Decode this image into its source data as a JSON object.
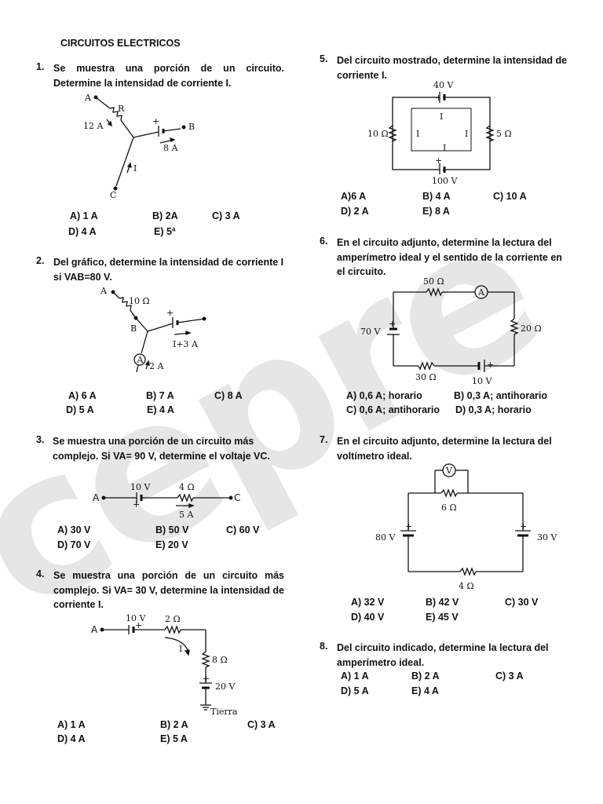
{
  "page": {
    "title": "CIRCUITOS  ELECTRICOS",
    "watermark": "cepre"
  },
  "q1": {
    "num": "1.",
    "text": "Se muestra una porción de un circuito. Determine la intensidad de corriente I.",
    "diagram": {
      "A": "A",
      "B": "B",
      "C": "C",
      "R": "R",
      "i12": "12 A",
      "i8": "8 A",
      "I": "I",
      "plus": "+"
    },
    "options": [
      "A) 1 A",
      "B) 2A",
      "C) 3 A",
      "D) 4 A",
      "E) 5ª"
    ]
  },
  "q2": {
    "num": "2.",
    "text": "Del gráfico, determine la intensidad de corriente I si VAB=80 V.",
    "diagram": {
      "A": "A",
      "B": "B",
      "r": "10 Ω",
      "i": "I+3 A",
      "amm": "A",
      "i2": "2 A",
      "plus": "+"
    },
    "options": [
      "A) 6 A",
      "B) 7 A",
      "C) 8 A",
      "D) 5 A",
      "E) 4 A"
    ]
  },
  "q3": {
    "num": "3.",
    "text": "Se muestra una porción de un circuito más complejo. Si VA= 90 V, determine el voltaje VC.",
    "diagram": {
      "A": "A",
      "C": "C",
      "v": "10 V",
      "r": "4 Ω",
      "i": "5 A",
      "plus": "+"
    },
    "options": [
      "A) 30 V",
      "B) 50 V",
      "C) 60 V",
      "D) 70 V",
      "E) 20 V"
    ]
  },
  "q4": {
    "num": "4.",
    "text": "Se muestra una porción de un circuito más complejo. Si VA= 30 V, determine la intensidad de corriente I.",
    "diagram": {
      "A": "A",
      "v1": "10 V",
      "r1": "2 Ω",
      "r2": "8 Ω",
      "v2": "20 V",
      "I": "I",
      "ground": "Tierra",
      "plus": "+"
    },
    "options": [
      "A) 1 A",
      "B) 2 A",
      "C) 3 A",
      "D) 4 A",
      "E) 5 A"
    ]
  },
  "q5": {
    "num": "5.",
    "text": "Del circuito mostrado, determine la intensidad de corriente I.",
    "diagram": {
      "v_top": "40 V",
      "v_bot": "100 V",
      "r_left": "10 Ω",
      "r_right": "5 Ω",
      "I": "I",
      "plus": "+"
    },
    "options": [
      "A)6 A",
      "B) 4 A",
      "C) 10 A",
      "D) 2 A",
      "E) 8 A"
    ]
  },
  "q6": {
    "num": "6.",
    "text": "En el circuito adjunto, determine la lectura del amperímetro ideal y el sentido de la corriente en el circuito.",
    "diagram": {
      "r_top": "50 Ω",
      "r_right": "20 Ω",
      "r_bot": "30 Ω",
      "v_left": "70 V",
      "v_bot": "10 V",
      "amm": "A",
      "plus": "+"
    },
    "options": [
      "A) 0,6 A; horario",
      "B) 0,3 A; antihorario",
      "C) 0,6 A; antihorario",
      "D) 0,3 A; horario"
    ]
  },
  "q7": {
    "num": "7.",
    "text": "En el circuito adjunto, determine la lectura del voltímetro ideal.",
    "diagram": {
      "volt": "V",
      "r_top": "6 Ω",
      "r_bot": "4 Ω",
      "v_left": "80 V",
      "v_right": "30 V",
      "plus": "+"
    },
    "options": [
      "A) 32 V",
      "B) 42 V",
      "C) 30 V",
      "D) 40 V",
      "E) 45 V"
    ]
  },
  "q8": {
    "num": "8.",
    "text": "Del circuito indicado, determine la lectura del amperímetro ideal.",
    "options": [
      "A) 1 A",
      "B) 2 A",
      "C) 3 A",
      "D) 5 A",
      "E) 4 A"
    ]
  }
}
